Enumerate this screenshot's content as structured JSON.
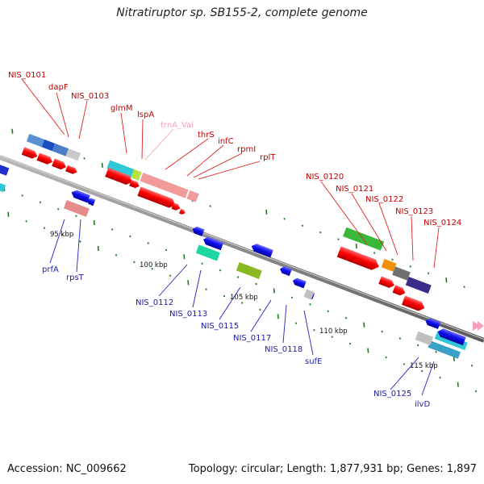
{
  "title": "Nitratiruptor sp. SB155-2, complete genome",
  "footer": {
    "accession": "Accession: NC_009662",
    "summary": "Topology: circular; Length: 1,877,931 bp; Genes: 1,897"
  },
  "colors": {
    "top_label": "#c40000",
    "bottom_label": "#1c1caa",
    "trna_label": "#f4a0b8",
    "backbone": "#8a8a8a",
    "tick": "#1e7a1e",
    "forward_gene": "#ff0000",
    "reverse_gene": "#1010ee"
  },
  "scale_labels": [
    {
      "text": "95 kbp"
    },
    {
      "text": "100 kbp"
    },
    {
      "text": "105 kbp"
    },
    {
      "text": "110 kbp"
    },
    {
      "text": "115 kbp"
    }
  ],
  "top_labels": [
    {
      "text": "NIS_0101"
    },
    {
      "text": "dapF"
    },
    {
      "text": "NIS_0103"
    },
    {
      "text": "glmM"
    },
    {
      "text": "lspA"
    },
    {
      "text": "trnA_Val"
    },
    {
      "text": "thrS"
    },
    {
      "text": "infC"
    },
    {
      "text": "rpmI"
    },
    {
      "text": "rplT"
    },
    {
      "text": "NIS_0120"
    },
    {
      "text": "NIS_0121"
    },
    {
      "text": "NIS_0122"
    },
    {
      "text": "NIS_0123"
    },
    {
      "text": "NIS_0124"
    }
  ],
  "bottom_labels": [
    {
      "text": "prfA"
    },
    {
      "text": "rpsT"
    },
    {
      "text": "NIS_0112"
    },
    {
      "text": "NIS_0113"
    },
    {
      "text": "NIS_0115"
    },
    {
      "text": "NIS_0117"
    },
    {
      "text": "NIS_0118"
    },
    {
      "text": "sufE"
    },
    {
      "text": "NIS_0125"
    },
    {
      "text": "ilvD"
    }
  ]
}
